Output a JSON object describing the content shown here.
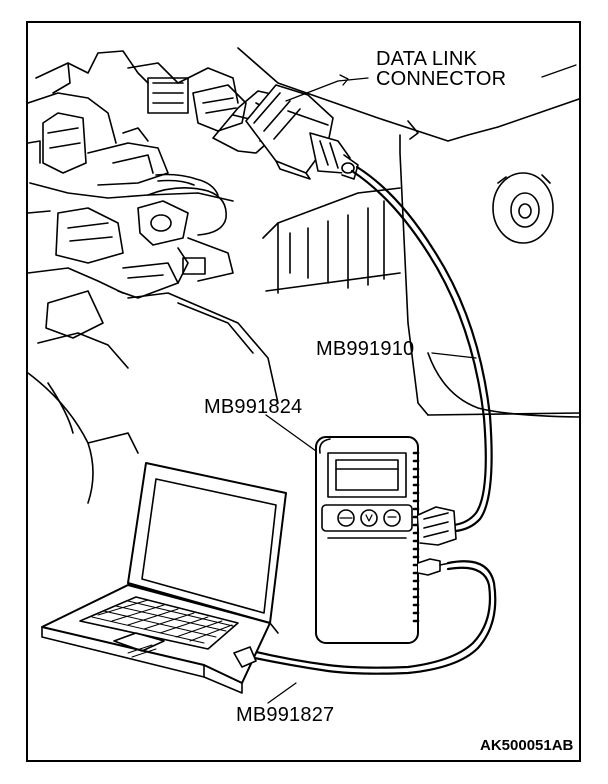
{
  "labels": {
    "data_link_line1": "DATA LINK",
    "data_link_line2": "CONNECTOR",
    "cable_upper": "MB991910",
    "tester": "MB991824",
    "cable_lower": "MB991827",
    "figure_code": "AK500051AB"
  },
  "colors": {
    "ink": "#000000",
    "paper": "#ffffff"
  }
}
